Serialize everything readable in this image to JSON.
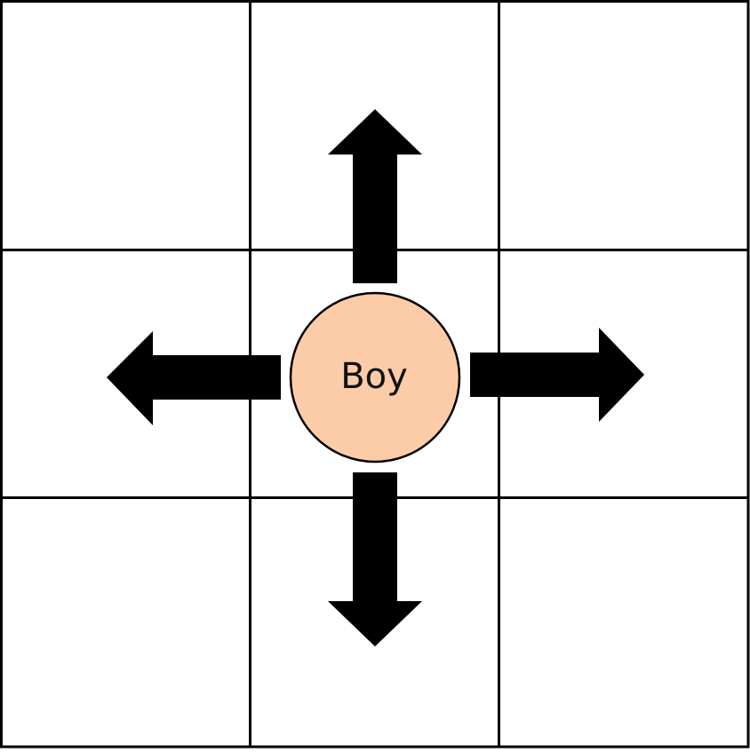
{
  "grid": {
    "rows": 3,
    "cols": 3,
    "line_color": "#000000",
    "cell_color": "#ffffff"
  },
  "token": {
    "label": "Boy",
    "fill_color": "#fccca8",
    "row": 1,
    "col": 1
  },
  "arrows": [
    {
      "direction": "up",
      "icon": "arrow-up-icon"
    },
    {
      "direction": "left",
      "icon": "arrow-left-icon"
    },
    {
      "direction": "right",
      "icon": "arrow-right-icon"
    },
    {
      "direction": "down",
      "icon": "arrow-down-icon"
    }
  ],
  "arrow_color": "#000000"
}
